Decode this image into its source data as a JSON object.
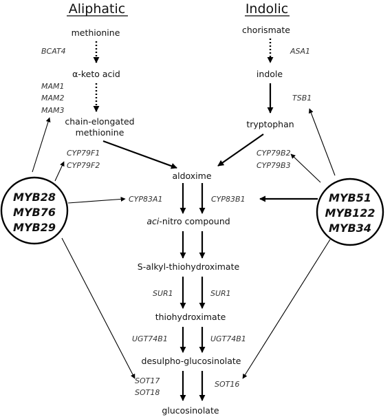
{
  "headers": {
    "left": "Aliphatic",
    "right": "Indolic"
  },
  "aliphatic": {
    "methionine": "methionine",
    "bcat4": "BCAT4",
    "keto_acid": "α-keto acid",
    "mam1": "MAM1",
    "mam2": "MAM2",
    "mam3": "MAM3",
    "chain_elongated_1": "chain-elongated",
    "chain_elongated_2": "methionine",
    "cyp79f1": "CYP79F1",
    "cyp79f2": "CYP79F2",
    "cyp83a1": "CYP83A1"
  },
  "indolic": {
    "chorismate": "chorismate",
    "asa1": "ASA1",
    "indole": "indole",
    "tsb1": "TSB1",
    "tryptophan": "tryptophan",
    "cyp79b2": "CYP79B2",
    "cyp79b3": "CYP79B3",
    "cyp83b1": "CYP83B1"
  },
  "core": {
    "aldoxime": "aldoxime",
    "aci_nitro_prefix": "aci",
    "aci_nitro_rest": "-nitro compound",
    "s_alkyl": "S-alkyl-thiohydroximate",
    "sur1_left": "SUR1",
    "sur1_right": "SUR1",
    "thiohydroximate": "thiohydroximate",
    "ugt74b1_left": "UGT74B1",
    "ugt74b1_right": "UGT74B1",
    "desulpho": "desulpho-glucosinolate",
    "sot17": "SOT17",
    "sot18": "SOT18",
    "sot16": "SOT16",
    "glucosinolate": "glucosinolate"
  },
  "regulators": {
    "left": [
      "MYB28",
      "MYB76",
      "MYB29"
    ],
    "right": [
      "MYB51",
      "MYB122",
      "MYB34"
    ]
  }
}
